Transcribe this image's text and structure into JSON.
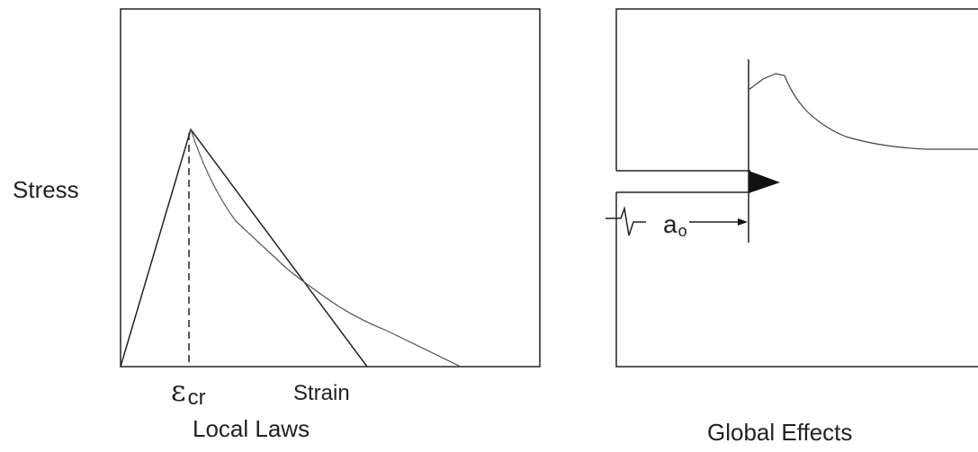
{
  "left_panel": {
    "y_label": "Stress",
    "x_label": "Strain",
    "peak_label": "ε",
    "peak_subscript": "cr",
    "caption": "Local Laws"
  },
  "right_panel": {
    "crack_length_label": "a",
    "crack_length_subscript": "o",
    "caption": "Global Effects"
  }
}
